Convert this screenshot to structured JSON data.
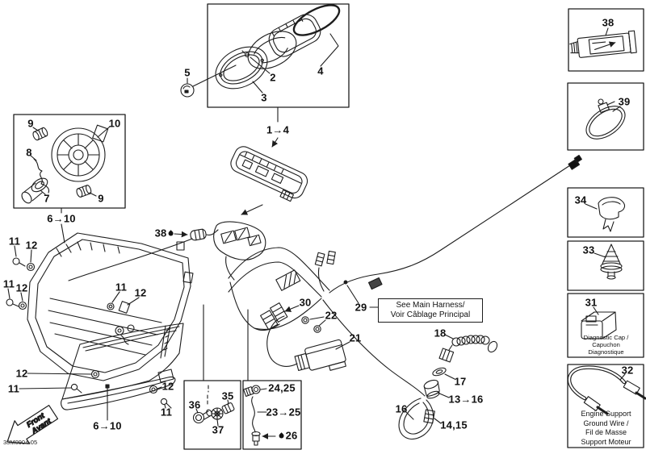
{
  "figure": {
    "document_code": "33M0904-05",
    "background": "#ffffff",
    "line_color": "#1d1d1d"
  },
  "front_arrow": {
    "line1": "Front",
    "line2": "Avant"
  },
  "harness_note": {
    "line1": "See Main Harness/",
    "line2": "Voir Câblage Principal"
  },
  "callouts": [
    {
      "id": "5",
      "text": "5"
    },
    {
      "id": "2",
      "text": "2"
    },
    {
      "id": "3",
      "text": "3"
    },
    {
      "id": "4",
      "text": "4"
    },
    {
      "id": "1-4",
      "text": "1→4"
    },
    {
      "id": "9-top",
      "text": "9"
    },
    {
      "id": "10",
      "text": "10"
    },
    {
      "id": "8",
      "text": "8"
    },
    {
      "id": "7",
      "text": "7"
    },
    {
      "id": "9-bottom",
      "text": "9"
    },
    {
      "id": "6-10-upper",
      "text": "6→10"
    },
    {
      "id": "11-1",
      "text": "11"
    },
    {
      "id": "12-1",
      "text": "12"
    },
    {
      "id": "11-2",
      "text": "11"
    },
    {
      "id": "12-2",
      "text": "12"
    },
    {
      "id": "11-3",
      "text": "11"
    },
    {
      "id": "12-3",
      "text": "12"
    },
    {
      "id": "38-grease",
      "text": "38",
      "symbol": "droplet"
    },
    {
      "id": "12-4",
      "text": "12"
    },
    {
      "id": "11-4",
      "text": "11"
    },
    {
      "id": "6-10-lower",
      "text": "6→10"
    },
    {
      "id": "12-5",
      "text": "12"
    },
    {
      "id": "11-5",
      "text": "11"
    },
    {
      "id": "30",
      "text": "30"
    },
    {
      "id": "22",
      "text": "22"
    },
    {
      "id": "21",
      "text": "21"
    },
    {
      "id": "29",
      "text": "29"
    },
    {
      "id": "18",
      "text": "18"
    },
    {
      "id": "17",
      "text": "17"
    },
    {
      "id": "13-16",
      "text": "13→16"
    },
    {
      "id": "16",
      "text": "16"
    },
    {
      "id": "14-15",
      "text": "14,15"
    },
    {
      "id": "36",
      "text": "36"
    },
    {
      "id": "35",
      "text": "35"
    },
    {
      "id": "37",
      "text": "37"
    },
    {
      "id": "24-25",
      "text": "24,25"
    },
    {
      "id": "23-25",
      "text": "23→25"
    },
    {
      "id": "26-grease",
      "text": "26",
      "symbol": "droplet"
    },
    {
      "id": "38-panel",
      "text": "38"
    },
    {
      "id": "39-panel",
      "text": "39"
    },
    {
      "id": "34-panel",
      "text": "34"
    },
    {
      "id": "33-panel",
      "text": "33"
    },
    {
      "id": "31-panel",
      "text": "31"
    },
    {
      "id": "32-panel",
      "text": "32"
    }
  ],
  "side_panels": [
    {
      "id": "38",
      "label": "38",
      "caption_lines": []
    },
    {
      "id": "39",
      "label": "39",
      "caption_lines": []
    },
    {
      "id": "34",
      "label": "34",
      "caption_lines": []
    },
    {
      "id": "33",
      "label": "33",
      "caption_lines": []
    },
    {
      "id": "31",
      "label": "31",
      "caption_lines": [
        "Diagnostic Cap /",
        "Capuchon",
        "Diagnostique"
      ]
    },
    {
      "id": "32",
      "label": "32",
      "caption_lines": [
        "Engine Support",
        "Ground Wire /",
        "Fil de Masse",
        "Support Moteur"
      ]
    }
  ]
}
